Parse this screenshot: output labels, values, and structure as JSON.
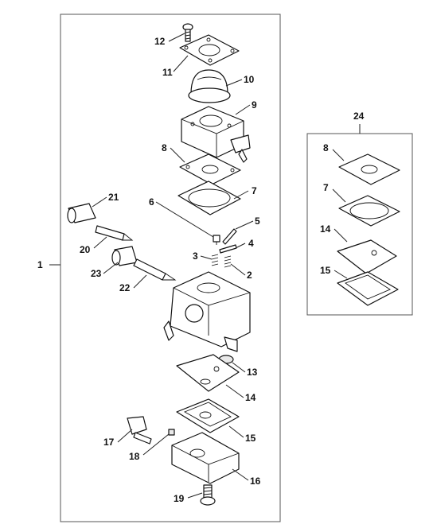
{
  "diagram": {
    "callouts": [
      {
        "id": "c12",
        "label": "12"
      },
      {
        "id": "c11",
        "label": "11"
      },
      {
        "id": "c10",
        "label": "10"
      },
      {
        "id": "c9",
        "label": "9"
      },
      {
        "id": "c8",
        "label": "8"
      },
      {
        "id": "c7",
        "label": "7"
      },
      {
        "id": "c6",
        "label": "6"
      },
      {
        "id": "c5",
        "label": "5"
      },
      {
        "id": "c4",
        "label": "4"
      },
      {
        "id": "c3",
        "label": "3"
      },
      {
        "id": "c2",
        "label": "2"
      },
      {
        "id": "c1",
        "label": "1"
      },
      {
        "id": "c21",
        "label": "21"
      },
      {
        "id": "c20",
        "label": "20"
      },
      {
        "id": "c23",
        "label": "23"
      },
      {
        "id": "c22",
        "label": "22"
      },
      {
        "id": "c13",
        "label": "13"
      },
      {
        "id": "c14",
        "label": "14"
      },
      {
        "id": "c15",
        "label": "15"
      },
      {
        "id": "c17",
        "label": "17"
      },
      {
        "id": "c18",
        "label": "18"
      },
      {
        "id": "c16",
        "label": "16"
      },
      {
        "id": "c19",
        "label": "19"
      }
    ],
    "kit": {
      "label": "24",
      "callouts": [
        {
          "id": "k8",
          "label": "8"
        },
        {
          "id": "k7",
          "label": "7"
        },
        {
          "id": "k14",
          "label": "14"
        },
        {
          "id": "k15",
          "label": "15"
        }
      ]
    }
  }
}
